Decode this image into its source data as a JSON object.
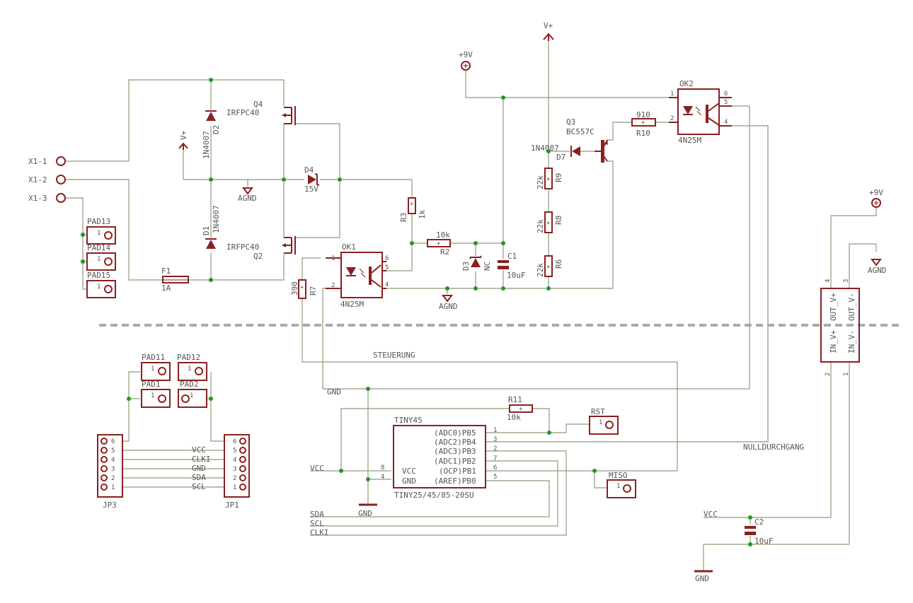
{
  "labels": {
    "x1_1": "X1-1",
    "x1_2": "X1-2",
    "x1_3": "X1-3",
    "pad13": "PAD13",
    "pad14": "PAD14",
    "pad15": "PAD15",
    "pad11": "PAD11",
    "pad12": "PAD12",
    "pad1": "PAD1",
    "pad2": "PAD2",
    "f1": "F1",
    "f1_val": "1A",
    "d2": "D2",
    "d2_val": "1N4007",
    "d1": "D1",
    "d1_val": "1N4007",
    "vplus": "V+",
    "q4": "Q4",
    "q4_val": "IRFPC40",
    "q2": "Q2",
    "q2_val": "IRFPC40",
    "d4": "D4",
    "d4_val": "15V",
    "agnd": "AGND",
    "r3": "R3",
    "r3_val": "1k",
    "r2": "R2",
    "r2_val": "10k",
    "d3": "D3",
    "d3_val": "NC",
    "c1": "C1",
    "c1_val": "10uF",
    "ok1": "OK1",
    "ok1_val": "4N25M",
    "r7": "R7",
    "r7_val": "390",
    "plus9v": "+9V",
    "r9": "R9",
    "r8": "R8",
    "r6": "R6",
    "r_val": "22k",
    "d7": "D7",
    "d7_val": "1N4007",
    "q3": "Q3",
    "q3_val": "BC557C",
    "r10": "R10",
    "r10_val": "910",
    "ok2": "OK2",
    "ok2_val": "4N25M",
    "steuerung": "STEUERUNG",
    "gnd": "GND",
    "r11": "R11",
    "r11_val": "10k",
    "rst": "RST",
    "miso": "MISO",
    "tiny45": "TINY45",
    "tiny_val": "TINY25/45/85-20SU",
    "nulldurchgang": "NULLDURCHGANG",
    "vcc": "VCC",
    "sda": "SDA",
    "scl": "SCL",
    "clki": "CLKI",
    "jp3": "JP3",
    "jp1": "JP1",
    "c2": "C2",
    "c2_val": "10uF",
    "conv_in_v_plus": "IN_V+",
    "conv_out_v_plus": "OUT_V+",
    "conv_in_v_minus": "IN_V-",
    "conv_out_v_minus": "OUT_V-"
  },
  "tiny_pins": [
    {
      "name": "(ADC0)PB5",
      "num": "1"
    },
    {
      "name": "(ADC2)PB4",
      "num": "3"
    },
    {
      "name": "(ADC3)PB3",
      "num": "2"
    },
    {
      "name": "(ADC1)PB2",
      "num": "7"
    },
    {
      "name": "(OCP)PB1",
      "num": "6"
    },
    {
      "name": "(AREF)PB0",
      "num": "5"
    }
  ],
  "tiny_left": [
    {
      "name": "VCC",
      "num": "8"
    },
    {
      "name": "GND",
      "num": "4"
    }
  ],
  "header_rows": [
    {
      "num": "6",
      "net": ""
    },
    {
      "num": "5",
      "net": "VCC"
    },
    {
      "num": "4",
      "net": "CLKI"
    },
    {
      "num": "3",
      "net": "GND"
    },
    {
      "num": "2",
      "net": "SDA"
    },
    {
      "num": "1",
      "net": "SCL"
    }
  ],
  "pin_one": "1",
  "optocoupler_pins": [
    "1",
    "2",
    "4",
    "5",
    "6"
  ],
  "converter_pins": [
    "4",
    "3",
    "2",
    "1"
  ]
}
